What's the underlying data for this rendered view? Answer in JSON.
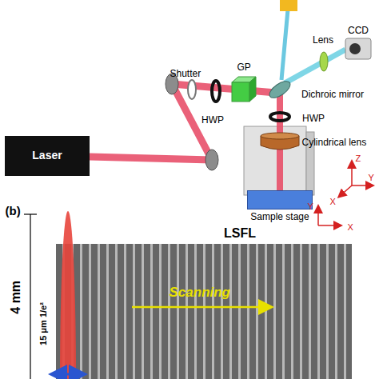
{
  "diagram": {
    "nodes": [
      {
        "text": [
          "Laser"
        ]
      },
      {
        "text": [
          "Sample stage"
        ]
      }
    ],
    "labels": [
      "Shutter",
      "HWP",
      "GP",
      "Dichroic mirror",
      "HWP",
      "Cylindrical lens",
      "Lens",
      "CCD",
      "Z",
      "X",
      "Y",
      "(b)",
      "4 mm",
      "LSFL",
      "15 μm 1/e²",
      "Scanning",
      "Y",
      "X"
    ]
  }
}
